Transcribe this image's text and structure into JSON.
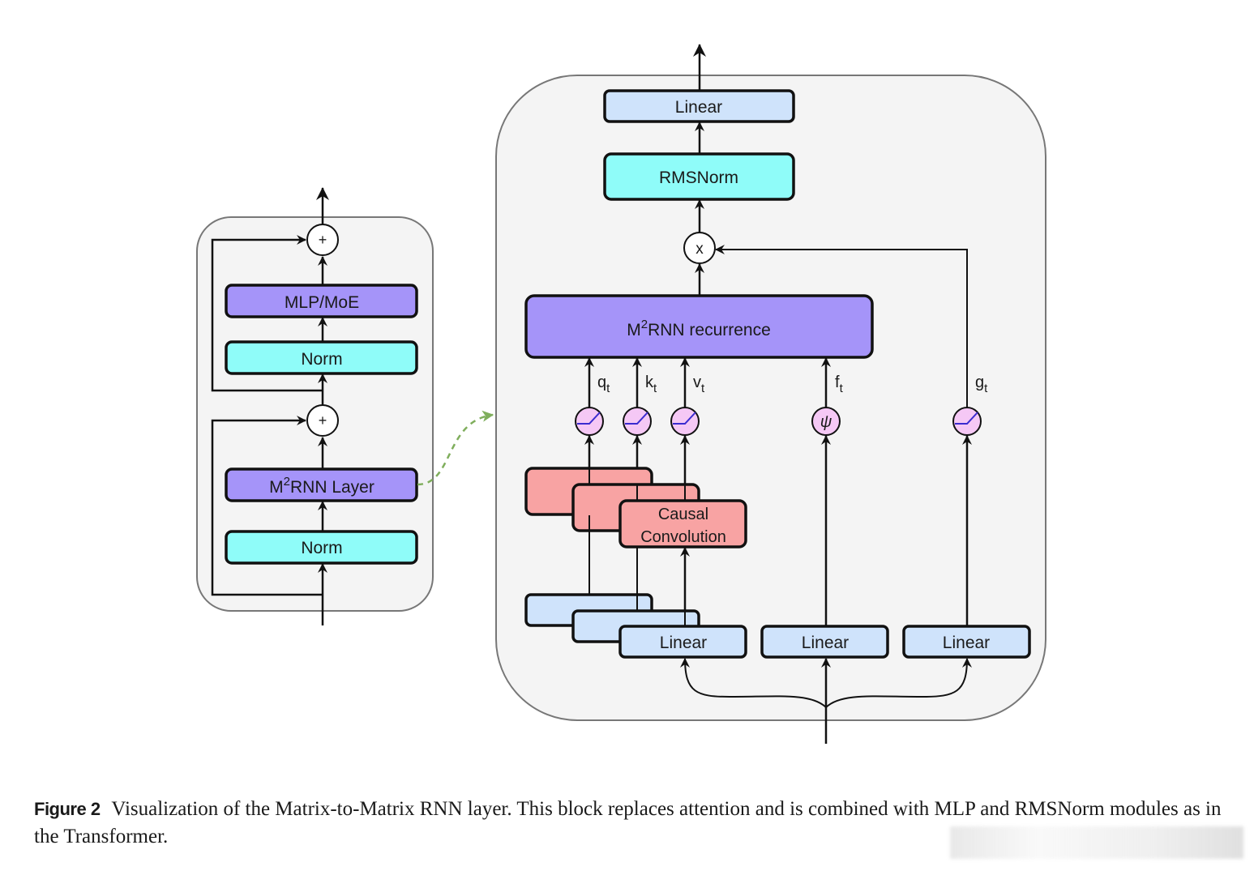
{
  "figure": {
    "left_block": {
      "boxes": {
        "mlp": "MLP/MoE",
        "norm_top": "Norm",
        "m2rnn_layer_prefix": "M",
        "m2rnn_layer_sup": "2",
        "m2rnn_layer_suffix": "RNN Layer",
        "norm_bottom": "Norm"
      },
      "adders": [
        "+",
        "+"
      ]
    },
    "right_block": {
      "boxes": {
        "linear_out": "Linear",
        "rmsnorm": "RMSNorm",
        "recurrence_prefix": "M",
        "recurrence_sup": "2",
        "recurrence_suffix": "RNN recurrence",
        "conv_line1": "Causal",
        "conv_line2": "Convolution",
        "linear_qkv": "Linear",
        "linear_f": "Linear",
        "linear_g": "Linear"
      },
      "multiply": "x",
      "psi": "ψ",
      "signals": [
        {
          "base": "q",
          "sub": "t"
        },
        {
          "base": "k",
          "sub": "t"
        },
        {
          "base": "v",
          "sub": "t"
        },
        {
          "base": "f",
          "sub": "t"
        },
        {
          "base": "g",
          "sub": "t"
        }
      ]
    },
    "colors": {
      "purple": "#a594f9",
      "cyan": "#8ffcf9",
      "light_blue": "#cfe3fb",
      "salmon": "#f8a3a3",
      "activation_pink": "#f5c8f5",
      "container_bg": "#f4f4f4",
      "dashed_arrow": "#7fae5c"
    }
  },
  "caption": {
    "label": "Figure 2",
    "text": "Visualization of the Matrix-to-Matrix RNN layer. This block replaces attention and is combined with MLP and RMSNorm modules as in the Transformer."
  }
}
